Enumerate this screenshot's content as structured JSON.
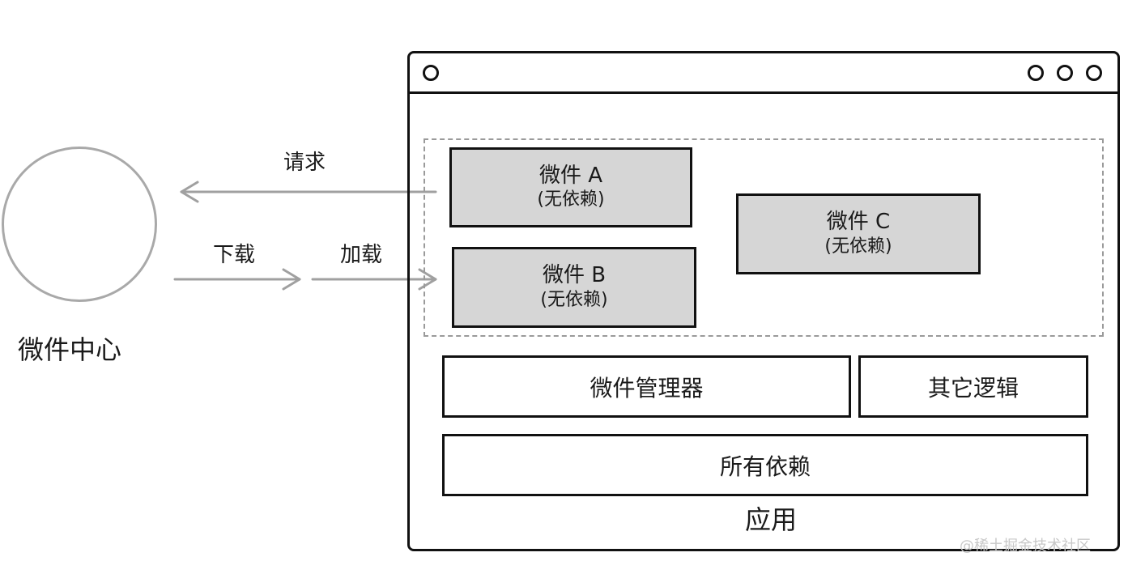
{
  "hub": {
    "label": "微件中心"
  },
  "arrows": {
    "request": "请求",
    "download": "下载",
    "load": "加载"
  },
  "app_window": {
    "label": "应用",
    "widgets": [
      {
        "name": "微件 A",
        "dependency": "(无依赖)"
      },
      {
        "name": "微件 B",
        "dependency": "(无依赖)"
      },
      {
        "name": "微件 C",
        "dependency": "(无依赖)"
      }
    ],
    "widget_manager": "微件管理器",
    "other_logic": "其它逻辑",
    "all_dependencies": "所有依赖"
  },
  "watermark": "@稀土掘金技术社区",
  "colors": {
    "widget_fill": "#d6d6d6",
    "arrow": "#a0a0a0",
    "outline": "#111111",
    "hub_outline": "#a9a9a9"
  }
}
